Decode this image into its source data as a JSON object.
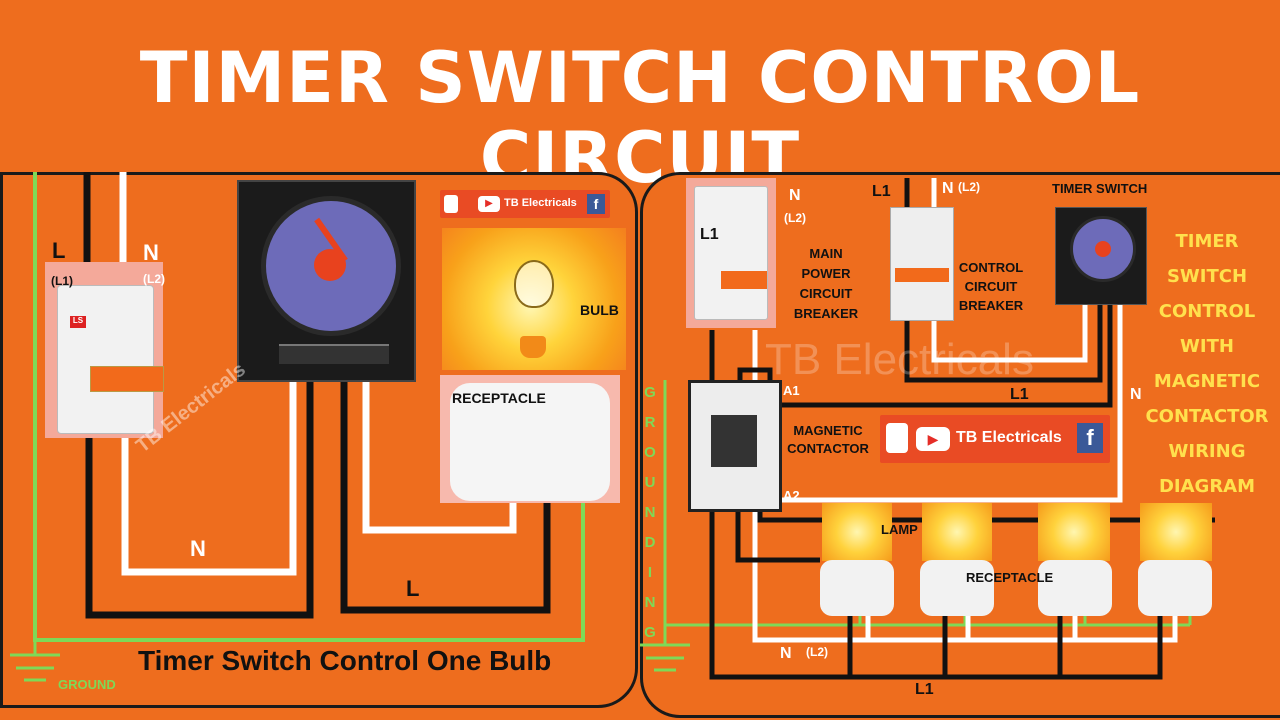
{
  "title": "TIMER SWITCH CONTROL CIRCUIT",
  "left": {
    "L": "L",
    "L1": "(L1)",
    "N": "N",
    "L2": "(L2)",
    "bulb": "BULB",
    "receptacle": "RECEPTACLE",
    "wire_N": "N",
    "wire_L": "L",
    "watermark": "TB Electricals",
    "ground": "GROUND",
    "caption": "Timer Switch Control One Bulb",
    "brand": "TB Electricals"
  },
  "right": {
    "L1_top": "L1",
    "N_top": "N",
    "L2_top": "(L2)",
    "cb_L1": "L1",
    "cb_N": "N",
    "cb_L2": "(L2)",
    "main_breaker": [
      "MAIN",
      "POWER",
      "CIRCUIT",
      "BREAKER"
    ],
    "control_breaker": [
      "CONTROL",
      "CIRCUIT",
      "BREAKER"
    ],
    "timer_switch": "TIMER SWITCH",
    "A1": "A1",
    "A2": "A2",
    "magnetic_contactor": [
      "MAGNETIC",
      "CONTACTOR"
    ],
    "L1_mid": "L1",
    "N_mid": "N",
    "lamp": "LAMP",
    "receptacle": "RECEPTACLE",
    "N_bottom": "N",
    "L2_bottom": "(L2)",
    "L1_bottom": "L1",
    "grounding": [
      "G",
      "R",
      "O",
      "U",
      "N",
      "D",
      "I",
      "N",
      "G"
    ],
    "watermark": "TB Electricals",
    "brand": "TB Electricals",
    "side_caption": [
      "TIMER",
      "SWITCH",
      "CONTROL WITH",
      "MAGNETIC",
      "CONTACTOR",
      "WIRING",
      "DIAGRAM"
    ]
  },
  "colors": {
    "background": "#ee6d1e",
    "wire_black": "#111111",
    "wire_white": "#ffffff",
    "wire_ground": "#7ed957",
    "caption_yellow": "#ffe14d",
    "youtube_red": "#e52d27"
  }
}
